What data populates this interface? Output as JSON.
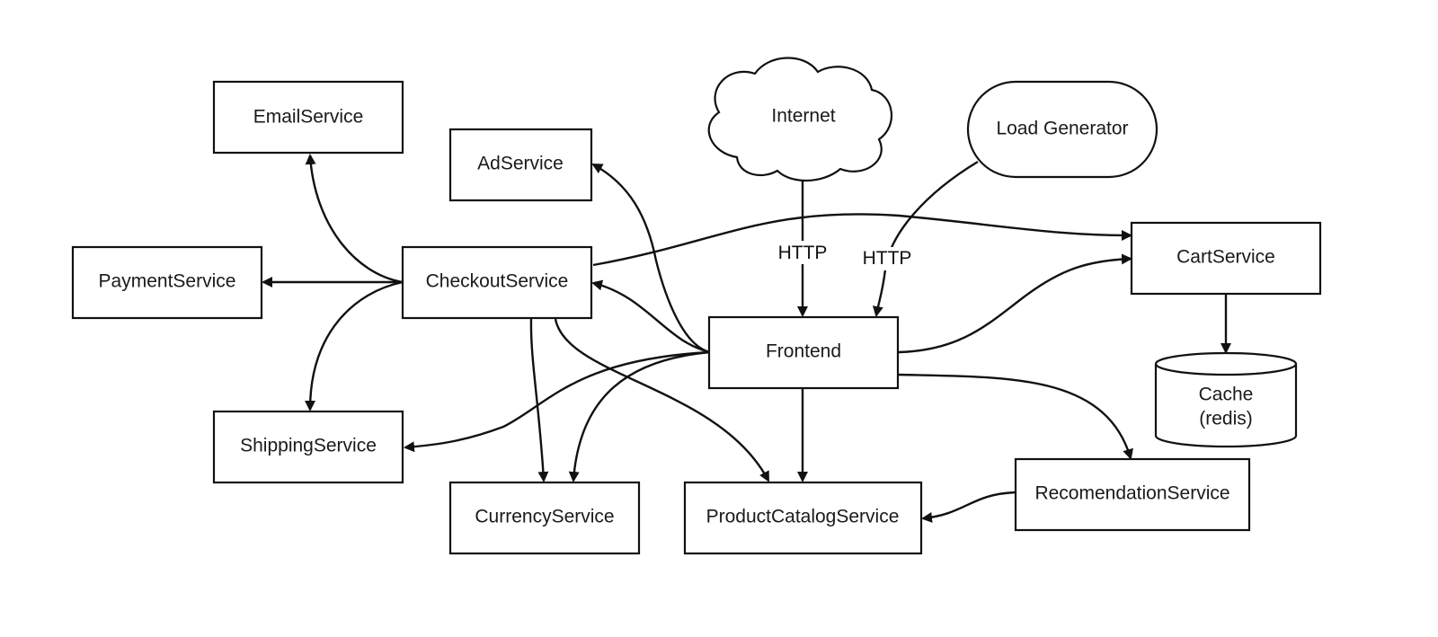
{
  "diagram": {
    "nodes": {
      "email": "EmailService",
      "ad": "AdService",
      "payment": "PaymentService",
      "checkout": "CheckoutService",
      "shipping": "ShippingService",
      "currency": "CurrencyService",
      "product_catalog": "ProductCatalogService",
      "frontend": "Frontend",
      "internet": "Internet",
      "load_generator": "Load Generator",
      "cart": "CartService",
      "cache_line1": "Cache",
      "cache_line2": "(redis)",
      "recommendation": "RecomendationService"
    },
    "edge_labels": {
      "internet_to_frontend": "HTTP",
      "load_generator_to_frontend": "HTTP"
    },
    "colors": {
      "stroke": "#111111",
      "background": "#ffffff"
    }
  }
}
